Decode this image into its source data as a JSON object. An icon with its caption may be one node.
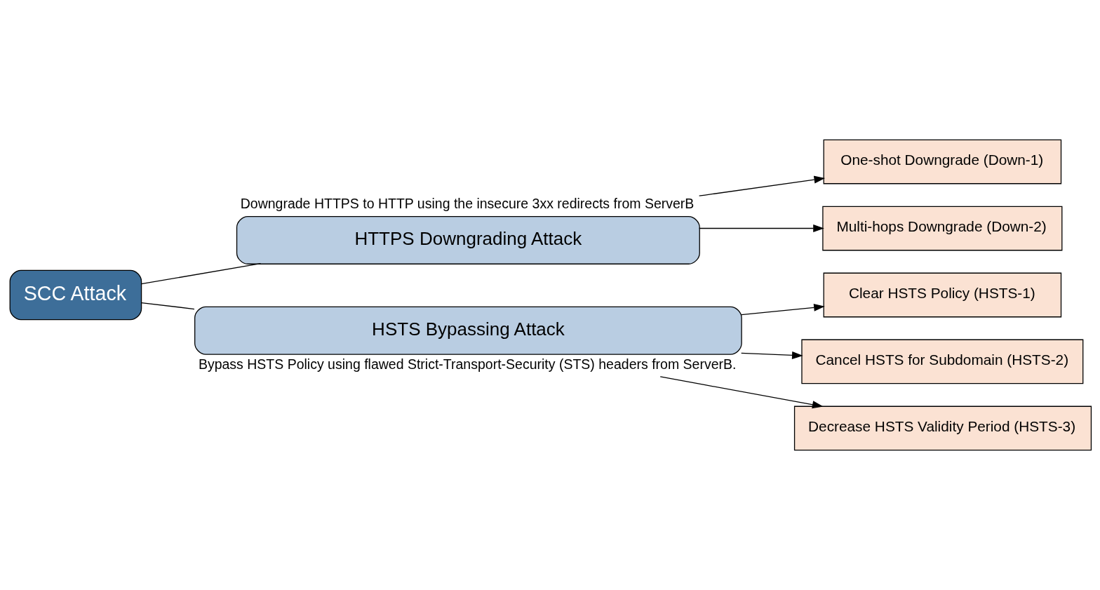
{
  "diagram": {
    "nodes": [
      {
        "text": [
          "SCC Attack"
        ]
      },
      {
        "text": [
          "HTTPS Downgrading Attack"
        ],
        "beside": [
          "Downgrade HTTPS to HTTP using the insecure 3xx redirects from ServerB"
        ]
      },
      {
        "text": [
          "One-shot Downgrade (Down-1)"
        ]
      },
      {
        "text": [
          "Multi-hops Downgrade (Down-2)"
        ]
      },
      {
        "text": [
          "HSTS Bypassing Attack"
        ],
        "beside": [
          "Bypass HSTS Policy using flawed Strict-Transport-Security (STS) headers from ServerB."
        ]
      },
      {
        "text": [
          "Clear HSTS Policy (HSTS-1)"
        ]
      },
      {
        "text": [
          "Cancel HSTS for Subdomain (HSTS-2)"
        ]
      },
      {
        "text": [
          "Decrease HSTS Validity Period (HSTS-3)"
        ]
      }
    ],
    "edges": [
      {
        "from": 0,
        "to": 1,
        "arrow": "none"
      },
      {
        "from": 0,
        "to": 4,
        "arrow": "none"
      },
      {
        "from": 1,
        "to": 2,
        "arrow": "to"
      },
      {
        "from": 1,
        "to": 3,
        "arrow": "to"
      },
      {
        "from": 4,
        "to": 5,
        "arrow": "to"
      },
      {
        "from": 4,
        "to": 6,
        "arrow": "to"
      },
      {
        "from": 4,
        "to": 7,
        "arrow": "to"
      }
    ]
  }
}
